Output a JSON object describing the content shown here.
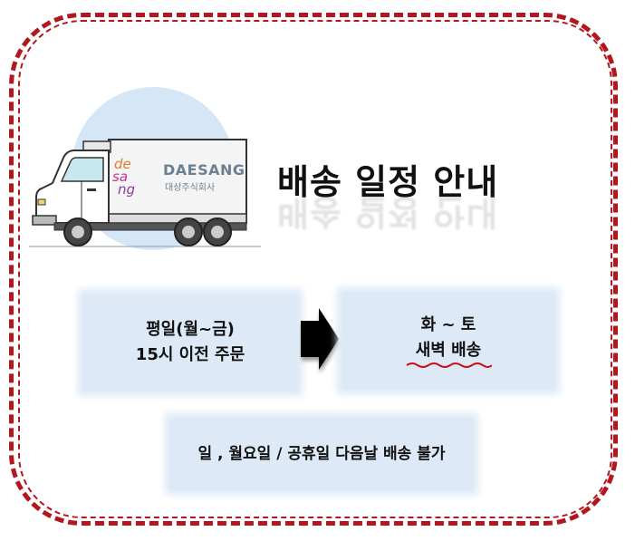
{
  "brand": {
    "logo_script": "de sang",
    "name": "DAESANG",
    "subname": "대상주식회사"
  },
  "title": "배송 일정 안내",
  "order_box": {
    "line1": "평일(월~금)",
    "line2": "15시 이전 주문"
  },
  "delivery_box": {
    "line1": "화 ~ 토",
    "line2": "새벽 배송"
  },
  "notice": "일 , 월요일 / 공휴일 다음날 배송 불가",
  "colors": {
    "border": "#b4161e",
    "box_bg": "#dde9f6",
    "circle": "#d5e6f6",
    "brand_text": "#6d7f92",
    "squiggle": "#c0161e"
  },
  "icons": [
    "truck-icon",
    "arrow-right-icon"
  ]
}
